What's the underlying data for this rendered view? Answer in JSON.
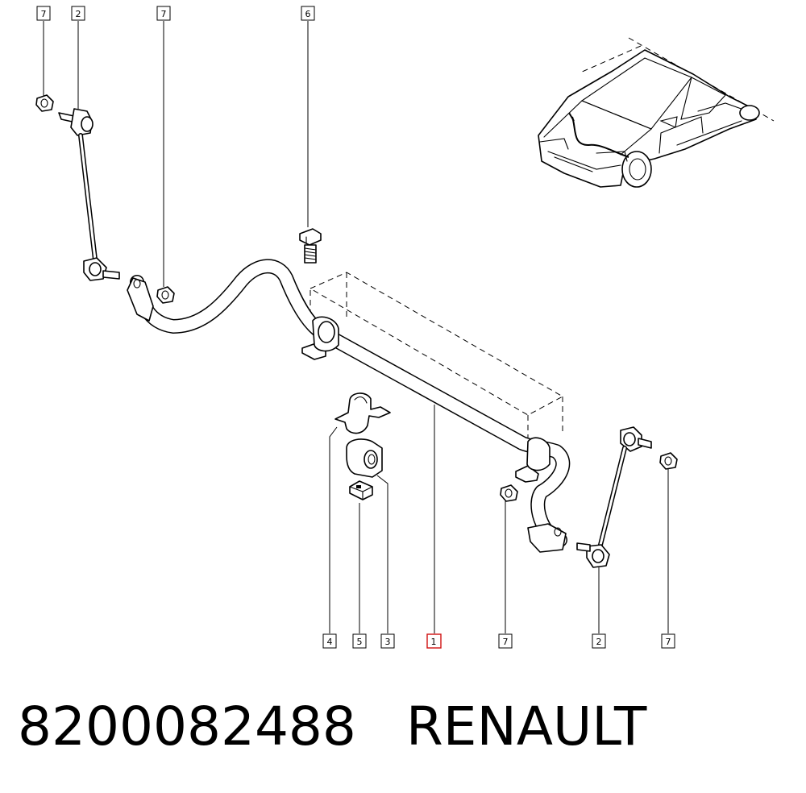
{
  "callouts": {
    "top": [
      "7",
      "2",
      "7",
      "6"
    ],
    "bottom": [
      "4",
      "5",
      "3",
      "1",
      "7",
      "2",
      "7"
    ]
  },
  "caption": {
    "part_number": "8200082488",
    "brand": "RENAULT"
  },
  "colors": {
    "line": "#000000",
    "highlight_box": "#d01010",
    "background": "#ffffff"
  }
}
